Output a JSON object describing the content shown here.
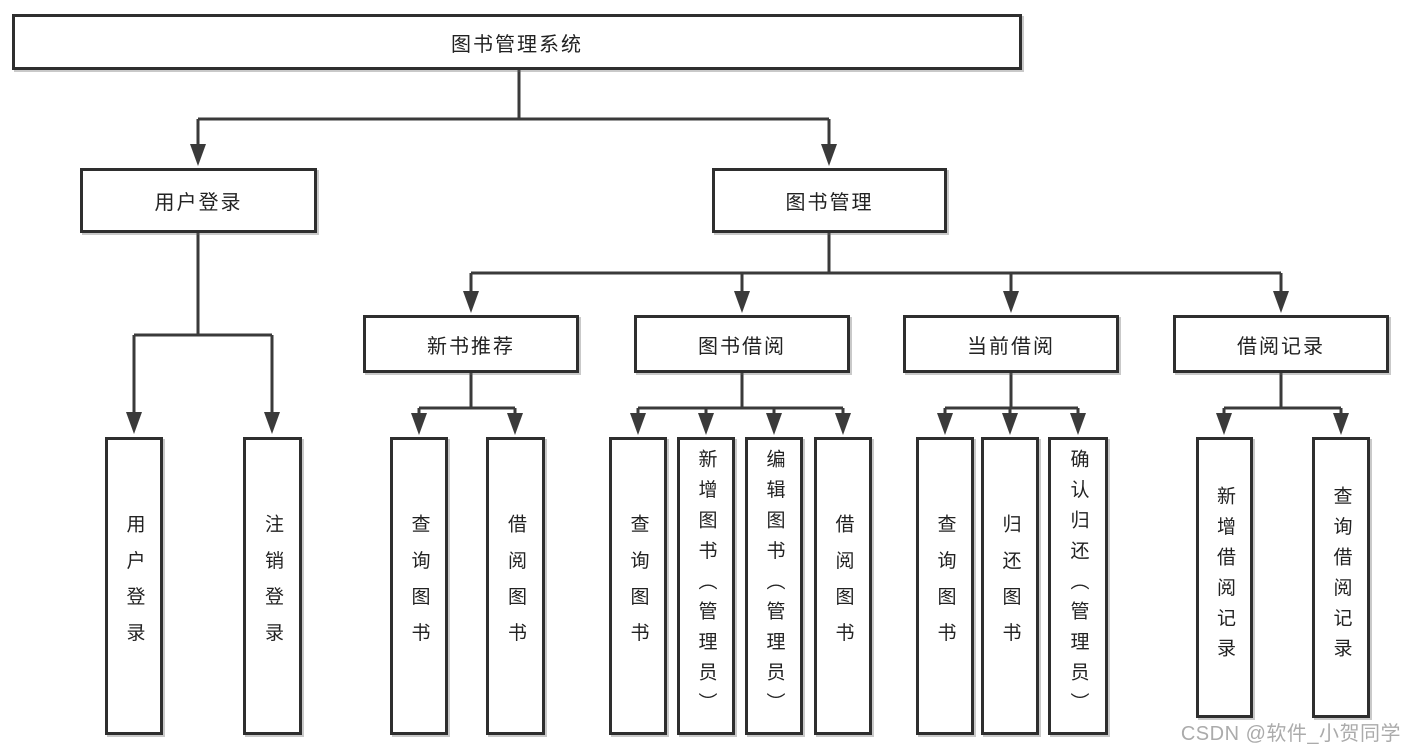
{
  "diagram": {
    "root": {
      "label": "图书管理系统"
    },
    "branches": [
      {
        "label": "用户登录",
        "children": [
          "用户登录",
          "注销登录"
        ]
      },
      {
        "label": "图书管理",
        "sections": [
          {
            "label": "新书推荐",
            "children": [
              "查询图书",
              "借阅图书"
            ]
          },
          {
            "label": "图书借阅",
            "children": [
              "查询图书",
              "新增图书（管理员）",
              "编辑图书（管理员）",
              "借阅图书"
            ]
          },
          {
            "label": "当前借阅",
            "children": [
              "查询图书",
              "归还图书",
              "确认归还（管理员）"
            ]
          },
          {
            "label": "借阅记录",
            "children": [
              "新增借阅记录",
              "查询借阅记录"
            ]
          }
        ]
      }
    ]
  },
  "watermark": {
    "text": "CSDN @软件_小贺同学",
    "color": "#ababab"
  },
  "colors": {
    "background": "#ffffff",
    "box_border": "#2e2e2e",
    "connector": "#3a3a3a",
    "text": "#222222"
  }
}
